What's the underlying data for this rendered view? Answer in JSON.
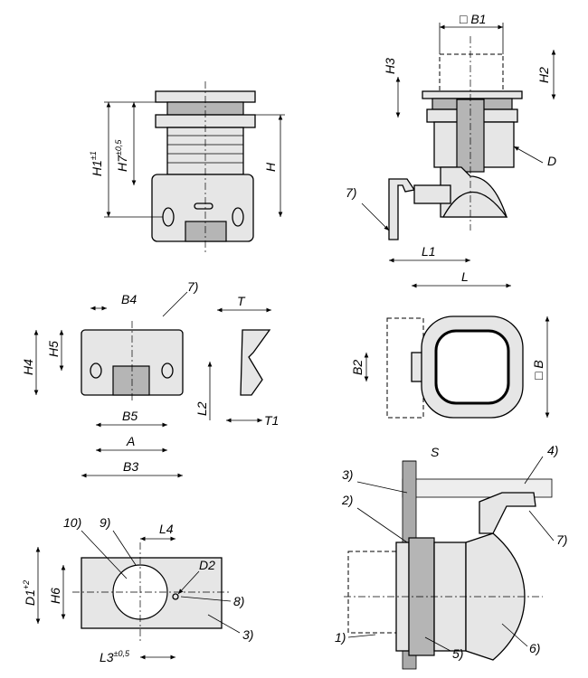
{
  "title": "Compression latch technical drawing",
  "views": {
    "front": {
      "h1": "H1",
      "h1_tol": "±1",
      "h7": "H7",
      "h7_tol": "±0,5",
      "h": "H"
    },
    "side": {
      "b1": "□ B1",
      "h3": "H3",
      "h2": "H2",
      "d": "D",
      "part7": "7)",
      "l1": "L1",
      "l": "L"
    },
    "bracket": {
      "b4": "B4",
      "part7": "7)",
      "t": "T",
      "h5": "H5",
      "h4": "H4",
      "l2": "L2",
      "t1": "T1",
      "b5": "B5",
      "a": "A",
      "b3": "B3"
    },
    "top": {
      "b2": "B2",
      "b": "□ B"
    },
    "cutout": {
      "part10": "10)",
      "part9": "9)",
      "l4": "L4",
      "d2": "D2",
      "d1": "D1",
      "d1_tol": "+2",
      "h6": "H6",
      "part8": "8)",
      "part3": "3)",
      "l3": "L3",
      "l3_tol": "±0,5"
    },
    "assembly": {
      "s": "S",
      "part4": "4)",
      "part3": "3)",
      "part2": "2)",
      "part7": "7)",
      "part1": "1)",
      "part5": "5)",
      "part6": "6)"
    }
  }
}
